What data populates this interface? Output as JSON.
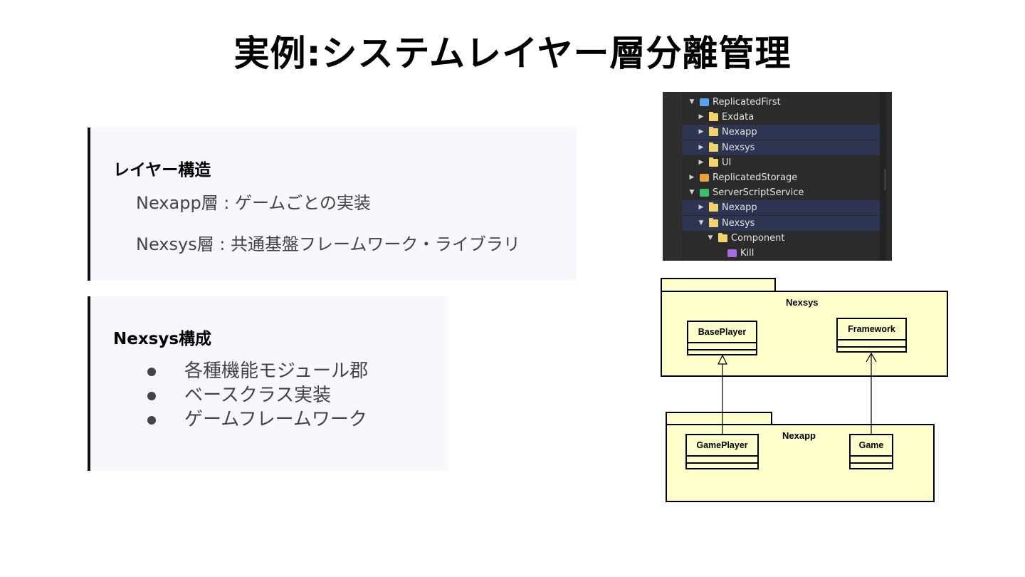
{
  "title": "実例:システムレイヤー層分離管理",
  "layer_card": {
    "heading": "レイヤー構造",
    "lines": [
      "Nexapp層 : ゲームごとの実装",
      "Nexsys層 : 共通基盤フレームワーク・ライブラリ"
    ]
  },
  "nexsys_card": {
    "heading": "Nexsys構成",
    "bullets": [
      "各種機能モジュール郡",
      "ベースクラス実装",
      "ゲームフレームワーク"
    ]
  },
  "explorer": {
    "items": [
      {
        "label": "ReplicatedFirst",
        "icon": "replicated-first-icon",
        "expanded": true,
        "selected": false
      },
      {
        "label": "Exdata",
        "icon": "folder-icon",
        "expanded": false,
        "selected": false
      },
      {
        "label": "Nexapp",
        "icon": "folder-icon",
        "expanded": false,
        "selected": true
      },
      {
        "label": "Nexsys",
        "icon": "folder-icon",
        "expanded": false,
        "selected": true
      },
      {
        "label": "UI",
        "icon": "folder-icon",
        "expanded": false,
        "selected": false
      },
      {
        "label": "ReplicatedStorage",
        "icon": "replicated-storage-icon",
        "expanded": false,
        "selected": false
      },
      {
        "label": "ServerScriptService",
        "icon": "server-script-service-icon",
        "expanded": true,
        "selected": false
      },
      {
        "label": "Nexapp",
        "icon": "folder-icon",
        "expanded": false,
        "selected": true
      },
      {
        "label": "Nexsys",
        "icon": "folder-icon",
        "expanded": true,
        "selected": true
      },
      {
        "label": "Component",
        "icon": "folder-icon",
        "expanded": true,
        "selected": false
      },
      {
        "label": "Kill",
        "icon": "module-script-icon",
        "expanded": null,
        "selected": false
      }
    ],
    "colors": {
      "background": "#2b2b2b",
      "selection": "#2d3552",
      "folder": "#f3d36b"
    }
  },
  "uml": {
    "packages": [
      {
        "name": "Nexsys",
        "classes": [
          "BasePlayer",
          "Framework"
        ]
      },
      {
        "name": "Nexapp",
        "classes": [
          "GamePlayer",
          "Game"
        ]
      }
    ],
    "relations": [
      {
        "from": "GamePlayer",
        "to": "BasePlayer",
        "kind": "generalization"
      },
      {
        "from": "Game",
        "to": "Framework",
        "kind": "dependency"
      }
    ],
    "colors": {
      "fill": "#ffffcc",
      "stroke": "#000000"
    }
  }
}
